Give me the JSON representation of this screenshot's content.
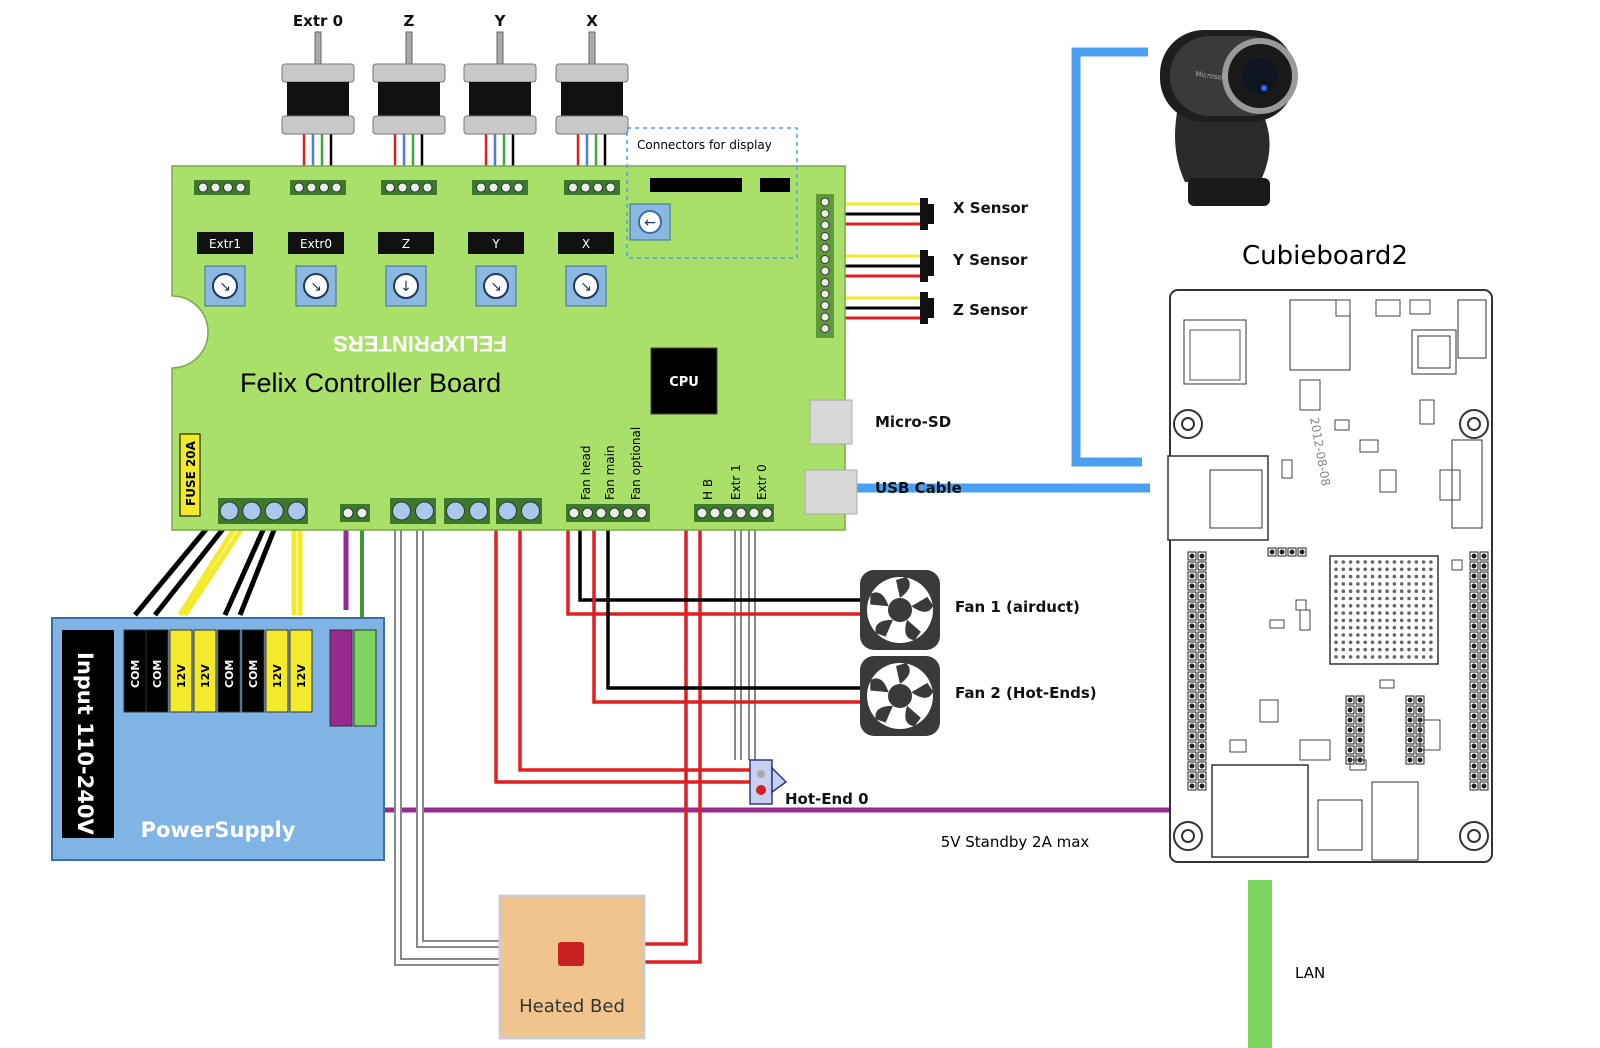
{
  "motors": [
    "Extr 0",
    "Z",
    "Y",
    "X"
  ],
  "driver_labels": [
    "Extr1",
    "Extr0",
    "Z",
    "Y",
    "X"
  ],
  "display_connectors_label": "Connectors for display",
  "board_title": "Felix Controller Board",
  "board_logo": "FELIXPRINTERS",
  "cpu_label": "CPU",
  "fuse_label": "FUSE 20A",
  "sensors": [
    "X Sensor",
    "Y Sensor",
    "Z Sensor"
  ],
  "micro_sd_label": "Micro-SD",
  "usb_cable_label": "USB Cable",
  "fan_connector_labels": [
    "Fan head",
    "Fan main",
    "Fan optional"
  ],
  "heater_connector_labels": [
    "H B",
    "Extr 1",
    "Extr 0"
  ],
  "fans": [
    "Fan 1 (airduct)",
    "Fan 2 (Hot-Ends)"
  ],
  "hotend_label": "Hot-End 0",
  "heated_bed_label": "Heated Bed",
  "power_supply": {
    "input_label": "Input 110-240V",
    "name": "PowerSupply",
    "terminals": [
      "COM",
      "COM",
      "12V",
      "12V",
      "COM",
      "COM",
      "12V",
      "12V"
    ]
  },
  "standby_label": "5V Standby 2A max",
  "cubieboard_label": "Cubieboard2",
  "cubie_date": "2012-08-08",
  "lan_label": "LAN",
  "colors": {
    "board_green": "#a8e06a",
    "psu_blue": "#7fb4e4",
    "usb_blue": "#4a9ff0",
    "lan_green": "#7ed45e",
    "standby_purple": "#962a8e",
    "bed_tan": "#f1c48e",
    "wire_red": "#e02020",
    "wire_yellow": "#f2ea2a"
  }
}
